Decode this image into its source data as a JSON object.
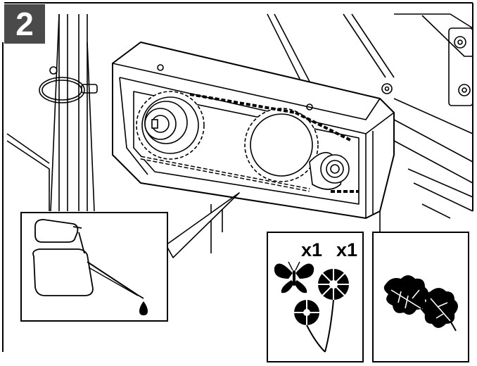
{
  "step": {
    "number": "2"
  },
  "quantity_labels": [
    "x1",
    "x1"
  ],
  "icons": {
    "step_badge": "step-number-badge",
    "oil_can": "oil-can-icon",
    "oil_drop": "oil-drop-icon",
    "butterfly": "butterfly-icon",
    "flowers": "flower-icon",
    "leaves": "leaf-icon"
  },
  "colors": {
    "badge_background": "#4a4a4a",
    "line_art": "#000000",
    "background": "#ffffff"
  }
}
